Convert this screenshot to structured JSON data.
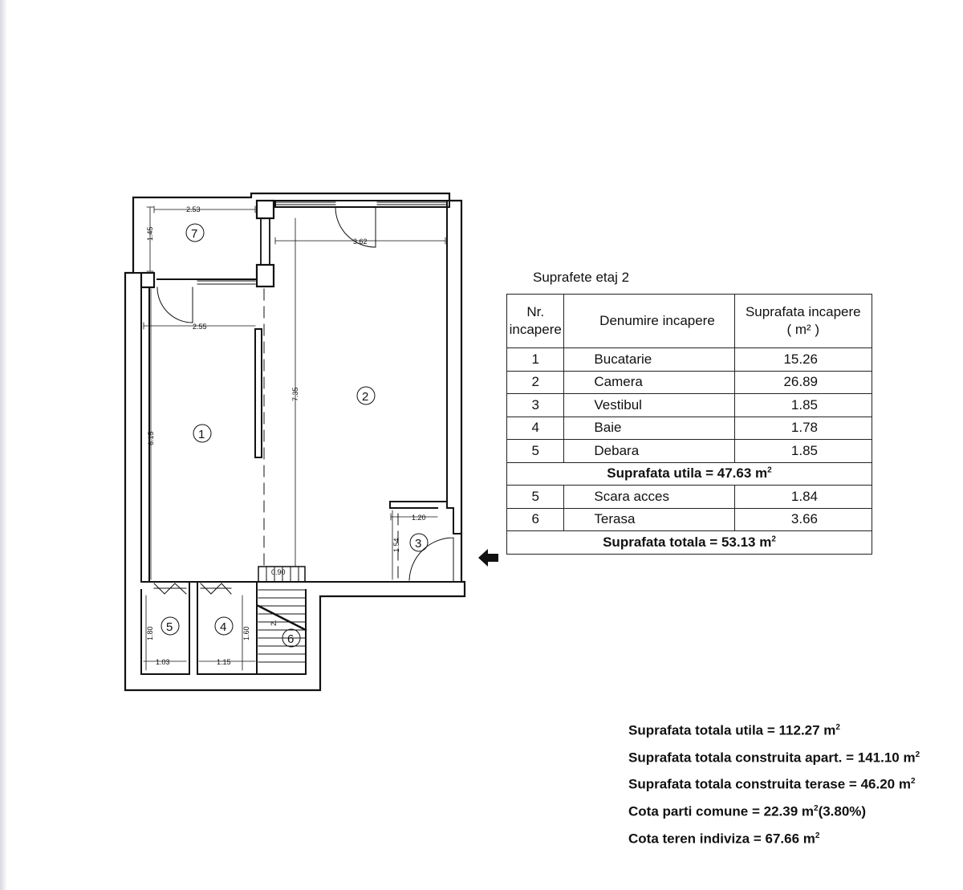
{
  "plan": {
    "rooms": [
      "1",
      "2",
      "3",
      "4",
      "5",
      "6",
      "7"
    ],
    "dimensions": {
      "d253": "2.53",
      "d145": "1.45",
      "d362": "3.62",
      "d255": "2.55",
      "d735": "7.35",
      "d615": "6.15",
      "d120": "1.20",
      "d154": "1.54",
      "d180": "1.80",
      "d103": "1.03",
      "d160": "1.60",
      "d115": "1.15",
      "d090": "0.90",
      "d2": "2."
    }
  },
  "table": {
    "caption": "Suprafete etaj 2",
    "headers": {
      "nr": "Nr. incapere",
      "name": "Denumire incapere",
      "area": "Suprafata incapere",
      "unit": "( m² )"
    },
    "rows1": [
      {
        "nr": "1",
        "name": "Bucatarie",
        "area": "15.26"
      },
      {
        "nr": "2",
        "name": "Camera",
        "area": "26.89"
      },
      {
        "nr": "3",
        "name": "Vestibul",
        "area": "1.85"
      },
      {
        "nr": "4",
        "name": "Baie",
        "area": "1.78"
      },
      {
        "nr": "5",
        "name": "Debara",
        "area": "1.85"
      }
    ],
    "sum_utila": "Suprafata utila = 47.63 m",
    "rows2": [
      {
        "nr": "5",
        "name": "Scara acces",
        "area": "1.84"
      },
      {
        "nr": "6",
        "name": "Terasa",
        "area": "3.66"
      }
    ],
    "sum_totala": "Suprafata totala = 53.13 m",
    "sup": "2"
  },
  "totals": {
    "t1": "Suprafata totala utila = 112.27 m",
    "t2": "Suprafata totala construita apart. = 141.10 m",
    "t3": "Suprafata totala construita terase = 46.20 m",
    "t4a": "Cota parti comune = 22.39 m",
    "t4b": "(3.80%)",
    "t5": "Cota teren indiviza = 67.66 m",
    "sup": "2"
  },
  "icons": {
    "arrow": "left-arrow-icon"
  }
}
